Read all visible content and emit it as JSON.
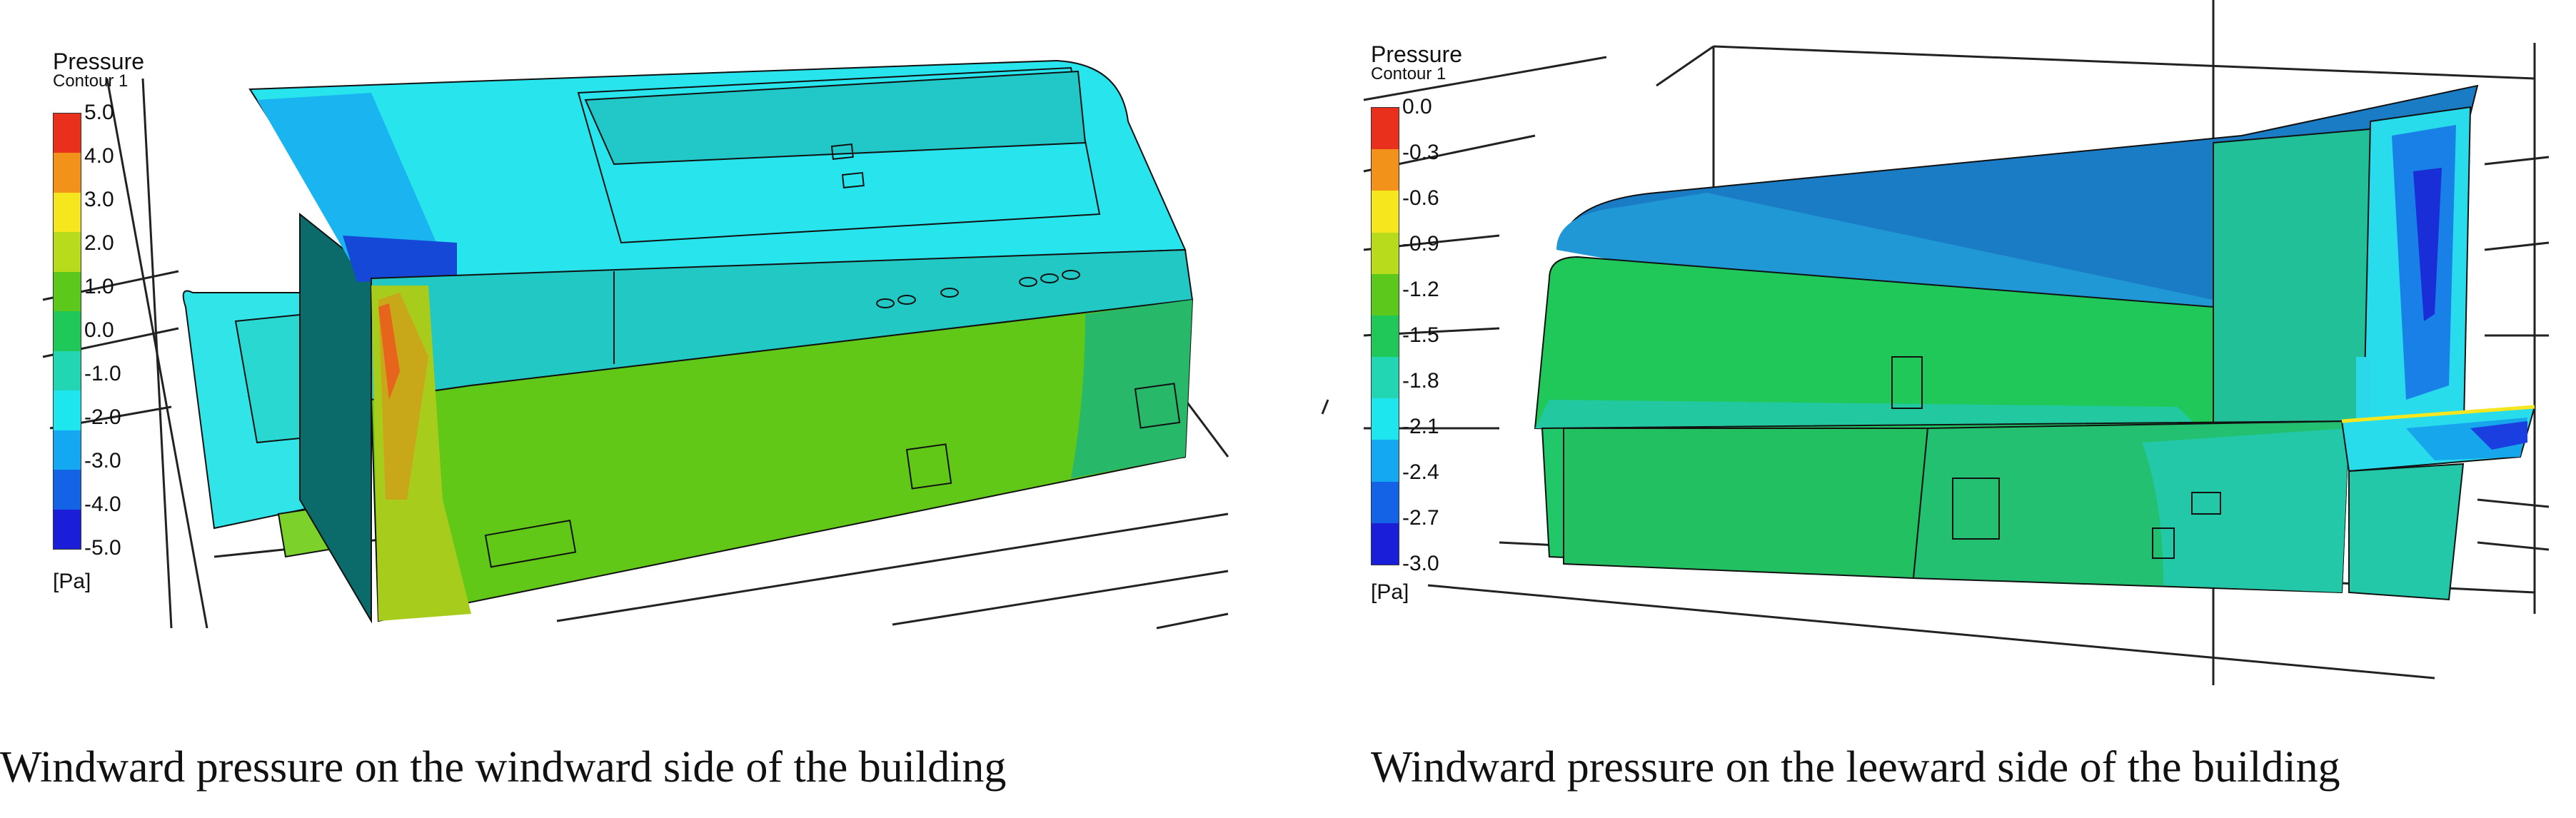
{
  "left_panel": {
    "legend": {
      "title": "Pressure",
      "subtitle": "Contour 1",
      "ticks": [
        "5.0",
        "4.0",
        "3.0",
        "2.0",
        "1.0",
        "0.0",
        "-1.0",
        "-2.0",
        "-3.0",
        "-4.0",
        "-5.0"
      ],
      "unit": "[Pa]",
      "colors": [
        "#e8301c",
        "#f2921a",
        "#f5e61e",
        "#b8dc1c",
        "#5cc81c",
        "#20c85a",
        "#22d6b4",
        "#1ee6ee",
        "#15a8f2",
        "#1462e6",
        "#1a1ed8"
      ]
    },
    "caption": "Windward pressure on the windward side of the building"
  },
  "right_panel": {
    "legend": {
      "title": "Pressure",
      "subtitle": "Contour 1",
      "ticks": [
        "0.0",
        "-0.3",
        "-0.6",
        "-0.9",
        "-1.2",
        "-1.5",
        "-1.8",
        "-2.1",
        "-2.4",
        "-2.7",
        "-3.0"
      ],
      "unit": "[Pa]",
      "colors": [
        "#e8301c",
        "#f2921a",
        "#f5e61e",
        "#b8dc1c",
        "#5cc81c",
        "#20c85a",
        "#22d6b4",
        "#1ee6ee",
        "#15a8f2",
        "#1462e6",
        "#1a1ed8"
      ]
    },
    "caption": "Windward pressure on the leeward side of the building"
  }
}
